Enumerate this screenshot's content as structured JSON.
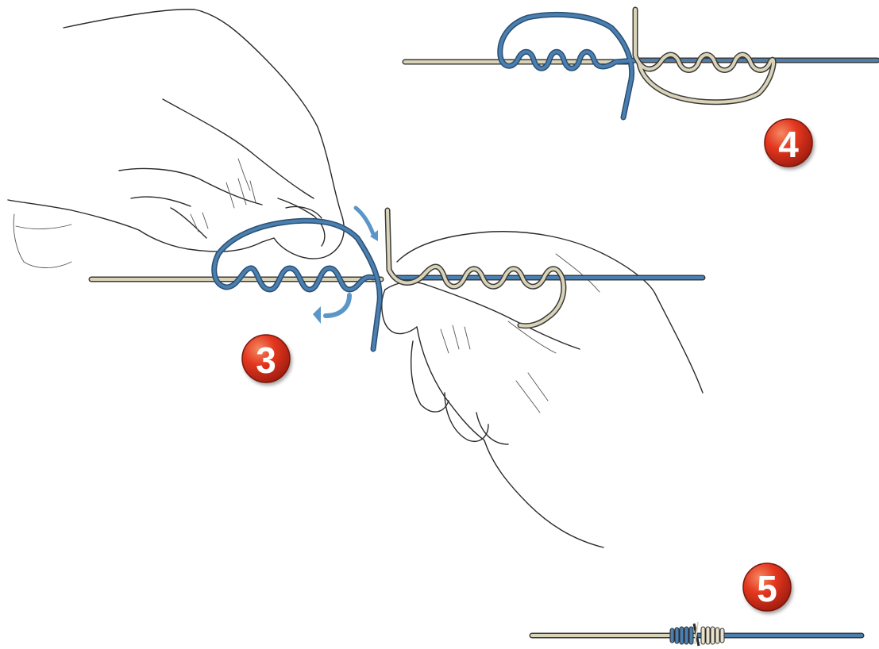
{
  "steps": [
    {
      "id": "3",
      "label": "3"
    },
    {
      "id": "4",
      "label": "4"
    },
    {
      "id": "5",
      "label": "5"
    }
  ],
  "colors": {
    "blue_line": "#4a7fb0",
    "clear_line": "#d9d3b8",
    "line_outline": "#3a3a3a",
    "arrow": "#5a97c8",
    "badge_red": "#e3361f",
    "badge_red_dark": "#9e1d0e",
    "badge_highlight": "#f58a62"
  },
  "icons": {
    "curved_arrow": "curved-arrow-icon",
    "step_badge": "numbered-circle-badge-icon"
  }
}
